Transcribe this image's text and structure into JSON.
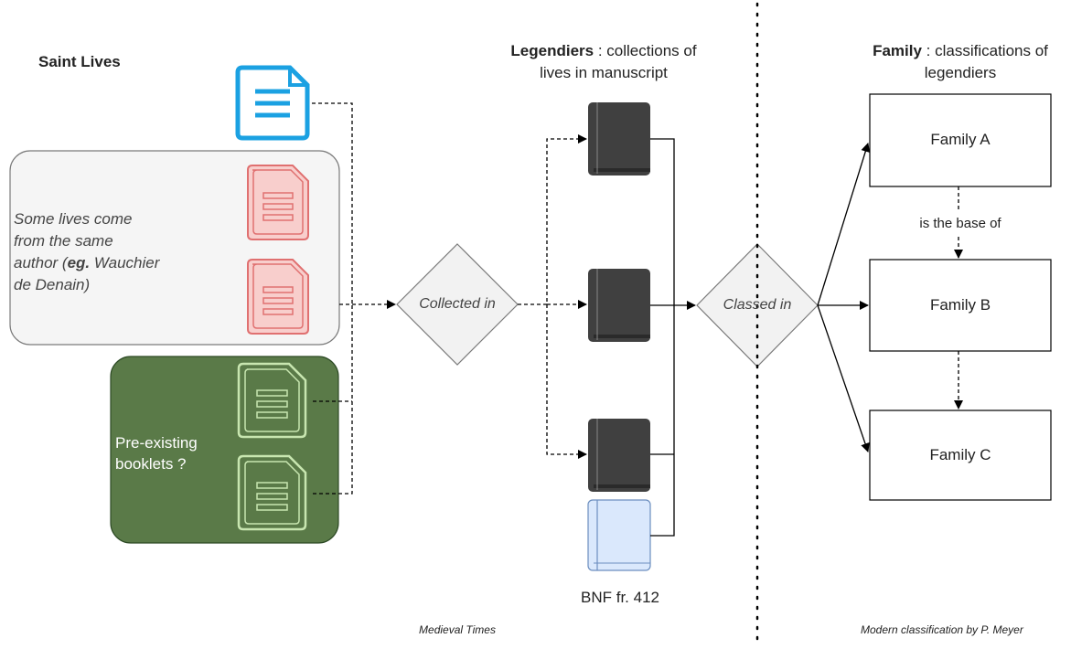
{
  "saint_lives": {
    "title": "Saint Lives",
    "author_group": {
      "line1": "Some lives come",
      "line2": "from the same",
      "line3_prefix": "author (",
      "line3_bold": "eg.",
      "line3_suffix": " Wauchier",
      "line4": "de Denain)"
    },
    "booklets_group": {
      "line1": "Pre-existing",
      "line2": "booklets ?"
    }
  },
  "legendiers": {
    "title_bold": "Legendiers",
    "title_rest": " : collections of",
    "title_line2": "lives in manuscript",
    "highlight_label": "BNF fr. 412"
  },
  "family": {
    "title_bold": "Family",
    "title_rest": " : classifications of",
    "title_line2": "legendiers",
    "boxes": [
      "Family A",
      "Family B",
      "Family C"
    ],
    "relation_label": "is the base of"
  },
  "decisions": {
    "collected": "Collected in",
    "classed": "Classed in"
  },
  "footer": {
    "left": "Medieval Times",
    "right": "Modern classification by P. Meyer"
  },
  "colors": {
    "doc_blue": "#1ba1e2",
    "doc_red": "#e07070",
    "doc_red_fill": "#f8cecc",
    "booklet_fill": "#5a7a48",
    "booklet_icon": "#c8e6b0",
    "book_dark": "#404040",
    "book_light": "#dae8fc",
    "book_light_border": "#6c8ebf",
    "diamond_fill": "#f2f2f2"
  }
}
